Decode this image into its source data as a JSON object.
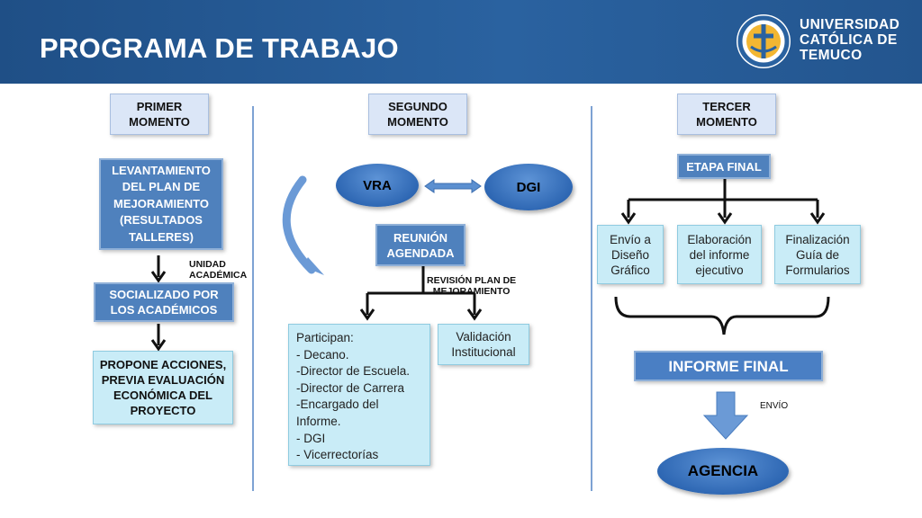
{
  "header": {
    "title": "PROGRAMA DE TRABAJO",
    "logo_lines": [
      "UNIVERSIDAD",
      "CATÓLICA DE",
      "TEMUCO"
    ]
  },
  "phases": {
    "first": [
      "PRIMER",
      "MOMENTO"
    ],
    "second": [
      "SEGUNDO",
      "MOMENTO"
    ],
    "third": [
      "TERCER",
      "MOMENTO"
    ]
  },
  "first_column": {
    "box1": [
      "LEVANTAMIENTO",
      "DEL PLAN DE",
      "MEJORAMIENTO",
      "(RESULTADOS",
      "TALLERES)"
    ],
    "arrow_label": [
      "UNIDAD",
      "ACADÉMICA"
    ],
    "box2": [
      "SOCIALIZADO POR",
      "LOS ACADÉMICOS"
    ],
    "box3": [
      "PROPONE ACCIONES,",
      "PREVIA EVALUACIÓN",
      "ECONÓMICA DEL",
      "PROYECTO"
    ]
  },
  "second_column": {
    "vra": "VRA",
    "dgi": "DGI",
    "meeting": [
      "REUNIÓN",
      "AGENDADA"
    ],
    "branch_label": [
      "REVISIÓN PLAN DE",
      "MEJORAMIENTO"
    ],
    "participants": [
      "Participan:",
      "- Decano.",
      "-Director de Escuela.",
      "-Director de Carrera",
      "-Encargado del",
      "Informe.",
      "- DGI",
      "- Vicerrectorías"
    ],
    "validation": [
      "Validación",
      "Institucional"
    ]
  },
  "third_column": {
    "final_stage": "ETAPA FINAL",
    "items": [
      [
        "Envío a",
        "Diseño",
        "Gráfico"
      ],
      [
        "Elaboración",
        "del informe",
        "ejecutivo"
      ],
      [
        "Finalización",
        "Guía de",
        "Formularios"
      ]
    ],
    "final_report": "INFORME FINAL",
    "send_label": "ENVÍO",
    "agency": "AGENCIA"
  },
  "colors": {
    "header_blue": "#2a62a0",
    "box_dark": "#4f81bd",
    "box_light": "#c9ecf7",
    "phase_box": "#dbe6f7",
    "ellipse_blue": "#2f68b4",
    "divider": "#7da2d3"
  }
}
